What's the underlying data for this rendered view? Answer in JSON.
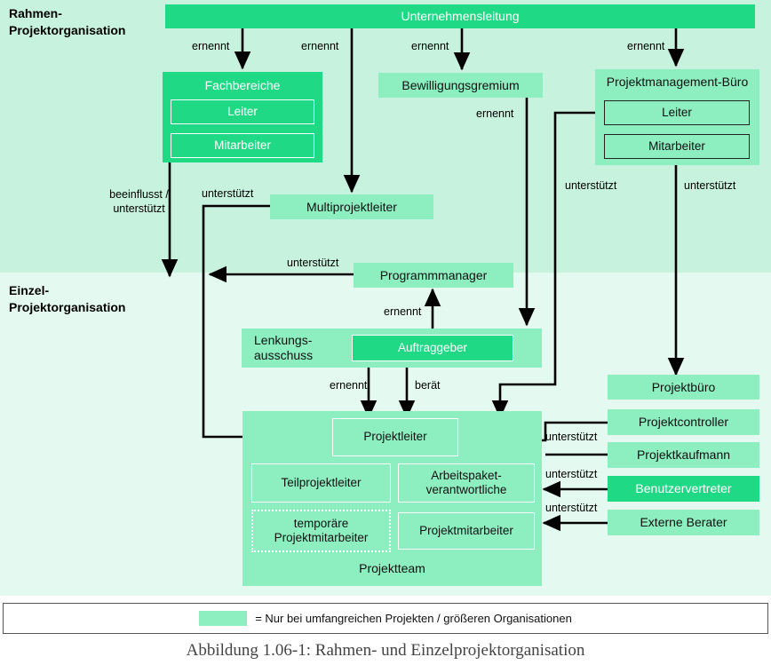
{
  "sections": {
    "rahmen": "Rahmen-\nProjektorganisation",
    "rahmen_line1": "Rahmen-",
    "rahmen_line2": "Projektorganisation",
    "einzel_line1": "Einzel-",
    "einzel_line2": "Projektorganisation"
  },
  "boxes": {
    "unternehmensleitung": "Unternehmensleitung",
    "fachbereiche": "Fachbereiche",
    "fachbereiche_leiter": "Leiter",
    "fachbereiche_mitarbeiter": "Mitarbeiter",
    "bewilligungsgremium": "Bewilligungsgremium",
    "pmbuero": "Projektmanagement-Büro",
    "pmbuero_leiter": "Leiter",
    "pmbuero_mitarbeiter": "Mitarbeiter",
    "multiprojektleiter": "Multiprojektleiter",
    "programmmanager": "Programmmanager",
    "lenkungsausschuss_l1": "Lenkungs-",
    "lenkungsausschuss_l2": "ausschuss",
    "auftraggeber": "Auftraggeber",
    "projektleiter": "Projektleiter",
    "teilprojektleiter": "Teilprojektleiter",
    "arbeitspaket_l1": "Arbeitspaket-",
    "arbeitspaket_l2": "verantwortliche",
    "temporaere_l1": "temporäre",
    "temporaere_l2": "Projektmitarbeiter",
    "projektmitarbeiter": "Projektmitarbeiter",
    "projektteam": "Projektteam",
    "projektbuero": "Projektbüro",
    "projektcontroller": "Projektcontroller",
    "projektkaufmann": "Projektkaufmann",
    "benutzervertreter": "Benutzervertreter",
    "externe_berater": "Externe Berater"
  },
  "edges": [
    {
      "id": "e1",
      "label": "ernennt",
      "from": "unternehmensleitung",
      "to": "fachbereiche"
    },
    {
      "id": "e2",
      "label": "ernennt",
      "from": "unternehmensleitung",
      "to": "multiprojektleiter"
    },
    {
      "id": "e3",
      "label": "ernennt",
      "from": "unternehmensleitung",
      "to": "bewilligungsgremium"
    },
    {
      "id": "e4",
      "label": "ernennt",
      "from": "unternehmensleitung",
      "to": "pmbuero"
    },
    {
      "id": "e5",
      "label": "ernennt",
      "from": "bewilligungsgremium",
      "to": "lenkungsausschuss"
    },
    {
      "id": "e6",
      "label": "beeinflusst /\nunterstützt",
      "from": "fachbereiche",
      "to": "einzelprojektorganisation"
    },
    {
      "id": "e7",
      "label": "unterstützt",
      "from": "multiprojektleiter",
      "to": "projektleiter"
    },
    {
      "id": "e8",
      "label": "unterstützt",
      "from": "programmmanager",
      "to": "rahmenorganisation"
    },
    {
      "id": "e9",
      "label": "unterstützt",
      "from": "pmbuero_leiter",
      "to": "projektleiter"
    },
    {
      "id": "e10",
      "label": "unterstützt",
      "from": "pmbuero_mitarbeiter",
      "to": "projektbuero"
    },
    {
      "id": "e11",
      "label": "ernennt",
      "from": "auftraggeber",
      "to": "programmmanager"
    },
    {
      "id": "e12",
      "label": "ernennt",
      "from": "lenkungsausschuss",
      "to": "projektleiter"
    },
    {
      "id": "e13",
      "label": "berät",
      "from": "lenkungsausschuss",
      "to": "projektleiter"
    },
    {
      "id": "e14",
      "label": "unterstützt",
      "from": "projektcontroller",
      "to": "projektleiter"
    },
    {
      "id": "e15",
      "label": "unterstützt",
      "from": "benutzervertreter",
      "to": "arbeitspaketverantwortliche"
    },
    {
      "id": "e16",
      "label": "unterstützt",
      "from": "externe_berater",
      "to": "projektmitarbeiter"
    }
  ],
  "edge_labels": {
    "l_ernennt_fachbereiche": "ernennt",
    "l_ernennt_multi": "ernennt",
    "l_ernennt_bewilligung": "ernennt",
    "l_ernennt_pmb": "ernennt",
    "l_ernennt_lenkung": "ernennt",
    "l_beeinflusst_1": "beeinflusst /",
    "l_beeinflusst_2": "unterstützt",
    "l_unterstuetzt_multi": "unterstützt",
    "l_unterstuetzt_programm": "unterstützt",
    "l_unterstuetzt_pmb_left": "unterstützt",
    "l_unterstuetzt_pmb_right": "unterstützt",
    "l_ernennt_auftraggeber": "ernennt",
    "l_ernennt_pl": "ernennt",
    "l_beraet_pl": "berät",
    "l_unterstuetzt_controller": "unterstützt",
    "l_unterstuetzt_benutzer": "unterstützt",
    "l_unterstuetzt_berater": "unterstützt"
  },
  "legend": {
    "swatch_color": "#8deec0",
    "text": "= Nur bei umfangreichen Projekten / größeren Organisationen"
  },
  "caption": "Abbildung 1.06-1: Rahmen- und Einzelprojektorganisation",
  "colors": {
    "dark_green": "#1fd985",
    "mid_green": "#8deec0",
    "band_rahmen": "#c7f2dd",
    "band_einzel": "#e4f9ef",
    "line": "#000000"
  }
}
